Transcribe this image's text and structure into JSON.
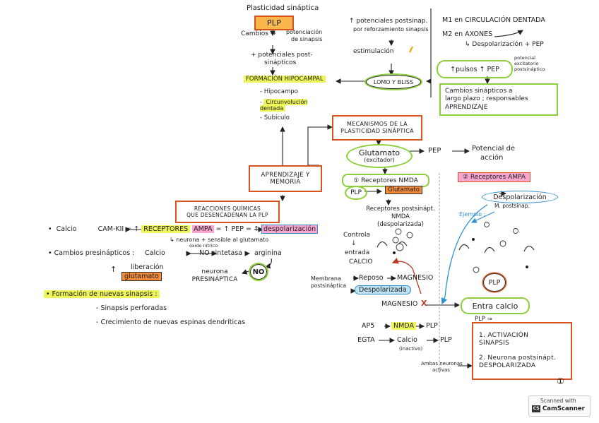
{
  "top_title": "Plasticidad sináptica",
  "plp_box": "PLP",
  "cambios": {
    "line1": "Cambios →",
    "line2": "potenciación",
    "line3": "de sinapsis"
  },
  "mas_potenciales": {
    "line1": "+ potenciales post-",
    "line2": "sinápticos"
  },
  "formacion_hipocampal": {
    "title": "FORMACIÓN HIPOCAMPAL",
    "items": [
      "Hipocampo",
      "Circunvolución dentada",
      "Subículo"
    ]
  },
  "potenciales_post": {
    "line1": "↑ potenciales postsinap.",
    "line2": "por reforzamiento sinapsis"
  },
  "estimulacion": "estimulación",
  "lomo_bliss": "LOMO Y BLISS",
  "m1": "M1 en CIRCULACIÓN DENTADA",
  "m2": "M2 en AXONES",
  "despolarizacion_pep": "Despolarización + PEP",
  "pulsos": "↑pulsos  ↑ PEP",
  "pep_note": {
    "line1": "potencial",
    "line2": "excitatorio",
    "line3": "postsináptico"
  },
  "cambios_sinapticos": "Cambios sinápticos a\nlargo plazo ; responsables\nAPRENDIZAJE",
  "mecanismos": "MECANISMOS DE LA\nPLASTICIDAD SINÁPTICA",
  "glutamato_oval": {
    "line1": "Glutamato",
    "line2": "(excitador)"
  },
  "pep_arrow": "PEP",
  "potencial_accion": {
    "line1": "Potencial de",
    "line2": "acción"
  },
  "aprendizaje": "APRENDIZAJE Y\nMEMORIA",
  "reacciones": "REACCIONES QUÍMICAS\nQUE DESENCADENAN LA PLP",
  "receptores_nmda": "① Receptores NMDA",
  "receptores_ampa": "② Receptores AMPA",
  "plp_oval": "PLP",
  "glutamato_tag": "Glutamato",
  "receptores_postsinapt": {
    "line1": "Receptores postsinápt.",
    "line2": "NMDA",
    "line3": "(despolarizada)"
  },
  "controla": {
    "line1": "Controla",
    "line2": "↓",
    "line3": "entrada",
    "line4": "CALCIO"
  },
  "membrana": {
    "line1": "Membrana",
    "line2": "postsináptica"
  },
  "reposo": "Reposo",
  "magnesio": "MAGNESIO",
  "despolarizada": "Despolarizada",
  "magnesio_x": "MAGNESIO",
  "x_mark": "X",
  "entra_calcio": "Entra calcio",
  "despolarizacion_oval": "Despolarización",
  "m_postsinap": "M. postsinap.",
  "ejemplo": "Ejemplo :",
  "plp_circle": "PLP",
  "calcio_line": {
    "bullet": "•",
    "calcio": "Calcio",
    "arrow": "⟷",
    "cam": "CAM-KII",
    "eq": "= ↑",
    "receptores": "RECEPTORES",
    "ampa": "AMPA",
    "eq2": "= ↑ PEP = ↑",
    "despol": "despolarización"
  },
  "neurona_sensible": {
    "line1": "↳ neurona + sensible al glutamato",
    "line2": "óxido nítrico"
  },
  "cambios_presinapticos": {
    "label": "• Cambios presinápticos :",
    "calcio": "Calcio",
    "arrow": "⟷",
    "no_sintetasa": "NO sintetasa",
    "arrow2": "→",
    "arginina": "arginina"
  },
  "liberacion": "liberación",
  "glutamato_hl": "glutamato",
  "up_arrow": "↑",
  "neurona_presinaptica": {
    "line1": "neurona",
    "line2": "PRESINÁPTICA"
  },
  "no_circle": "NO",
  "formacion_nuevas": "• Formación de nuevas sinapsis :",
  "sinapsis_perforadas": "- Sinapsis perforadas",
  "crecimiento": "- Crecimiento de nuevas espinas dendríticas",
  "ap5": {
    "a": "AP5",
    "nmda": "NMDA",
    "plp": "PLP"
  },
  "egta": {
    "a": "EGTA",
    "calcio": "Calcio",
    "inactivo": "(inactivo)",
    "plp": "PLP"
  },
  "plp_list_title": "PLP ⇒",
  "plp_list": "1. ACTIVACIÓN\n    SINAPSIS\n\n2. Neurona postsinápt.\n    DESPOLARIZADA",
  "ambas": {
    "line1": "Ambas neuronas",
    "line2": "activas"
  },
  "page_num": "①",
  "camscanner": {
    "line1": "Scanned with",
    "line2": "CamScanner",
    "logo": "CS"
  },
  "colors": {
    "orange": "#d9531e",
    "green": "#8bcf3a",
    "yellow": "#eef55a",
    "pink": "#f7a7cf",
    "blue": "#2f8fcf"
  }
}
